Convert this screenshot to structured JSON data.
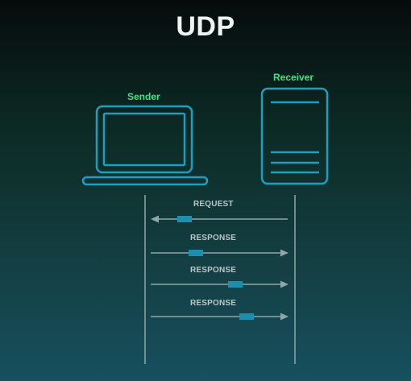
{
  "title": "UDP",
  "sender": {
    "label": "Sender",
    "icon": "laptop-icon"
  },
  "receiver": {
    "label": "Receiver",
    "icon": "phone-icon"
  },
  "messages": [
    {
      "label": "REQUEST",
      "direction": "receiver-to-sender"
    },
    {
      "label": "RESPONSE",
      "direction": "sender-to-receiver"
    },
    {
      "label": "RESPONSE",
      "direction": "sender-to-receiver"
    },
    {
      "label": "RESPONSE",
      "direction": "sender-to-receiver"
    }
  ],
  "colors": {
    "device_outline": "#1b9ec0",
    "lifeline": "#8fa7aa",
    "arrow": "#8fa7aa",
    "packet": "#1d8fae",
    "device_label": "#3ee08a",
    "title": "#eef3f3"
  }
}
